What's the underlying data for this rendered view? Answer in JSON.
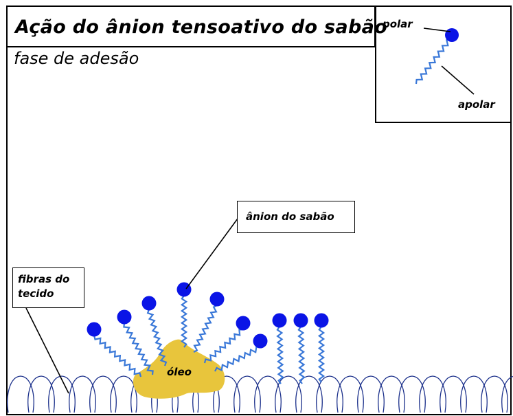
{
  "title": "Ação do ânion tensoativo do sabão",
  "subtitle": "fase de adesão",
  "legend": {
    "polar": "polar",
    "apolar": "apolar"
  },
  "labels": {
    "anion": "ânion do sabão",
    "fiber_line1": "fibras do",
    "fiber_line2": "tecido",
    "oil": "óleo"
  },
  "colors": {
    "head": "#0a14e6",
    "tail": "#3a78d8",
    "oil": "#e8c53c",
    "fiber": "#1a2f8a"
  }
}
